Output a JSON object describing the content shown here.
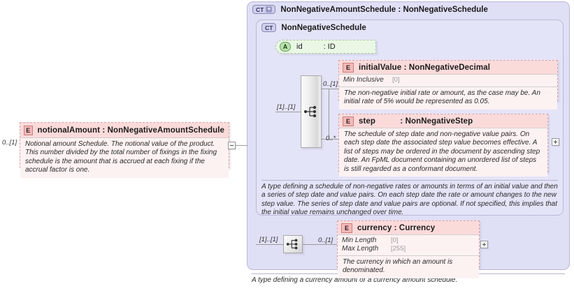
{
  "diagram": {
    "left_element": {
      "badge": "E",
      "name": "notionalAmount",
      "sep": " : ",
      "type": "NonNegativeAmountSchedule",
      "cardinality": "0..[1]",
      "description": "Notional amount Schedule. The notional value of the product. This number divided by the total number of fixings in the fixing schedule is the amount that is accrued at each fixing if the accrual factor is one."
    },
    "outer_type": {
      "badge": "CT",
      "badge_plus": "+",
      "name": "NonNegativeAmountSchedule",
      "sep": " : ",
      "type": "NonNegativeSchedule",
      "footer_description": "A type defining a currency amount or a currency amount schedule."
    },
    "inner_type": {
      "badge": "CT",
      "name": "NonNegativeSchedule",
      "footer_description": "A type defining a schedule of non-negative rates or amounts in terms of an initial value and then a series of step date and value pairs. On each step date the rate or amount changes to the new step value. The series of step date and value pairs are optional. If not specified, this implies that the initial value remains unchanged over time."
    },
    "attribute": {
      "badge": "A",
      "name": "id",
      "type": ": ID"
    },
    "sequence_upper": {
      "icon": "sequence-icon",
      "cardinality": "[1]..[1]"
    },
    "sequence_lower": {
      "icon": "sequence-icon",
      "cardinality": "[1]..[1]"
    },
    "elements": [
      {
        "id": "initialValue",
        "badge": "E",
        "name": "initialValue",
        "sep": " : ",
        "type": "NonNegativeDecimal",
        "cardinality": "0..[1]",
        "facets": [
          {
            "name": "Min Inclusive",
            "value": "[0]"
          }
        ],
        "description": "The non-negative initial rate or amount, as the case may be. An initial rate of 5% would be represented as 0.05."
      },
      {
        "id": "step",
        "badge": "E",
        "name": "step",
        "sep": " : ",
        "type": "NonNegativeStep",
        "cardinality": "0..*",
        "facets": [],
        "description": "The schedule of step date and non-negative value pairs. On each step date the associated step value becomes effective. A list of steps may be ordered in the document by ascending step date. An FpML document containing an unordered list of steps is still regarded as a conformant document."
      },
      {
        "id": "currency",
        "badge": "E",
        "name": "currency",
        "sep": " : ",
        "type": "Currency",
        "cardinality": "0..[1]",
        "facets": [
          {
            "name": "Min Length",
            "value": "[0]"
          },
          {
            "name": "Max Length",
            "value": "[255]"
          }
        ],
        "description": "The currency in which an amount is denominated."
      }
    ],
    "toggles": [
      {
        "id": "collapse-notional",
        "symbol": "minus"
      },
      {
        "id": "expand-step",
        "symbol": "plus"
      },
      {
        "id": "expand-currency",
        "symbol": "plus"
      }
    ],
    "colors": {
      "element_fill": "#fcecec",
      "element_header": "#fbdada",
      "type_container": "#dfdff6",
      "attribute_fill": "#e9f7e4",
      "line": "#9a9a9a"
    }
  }
}
